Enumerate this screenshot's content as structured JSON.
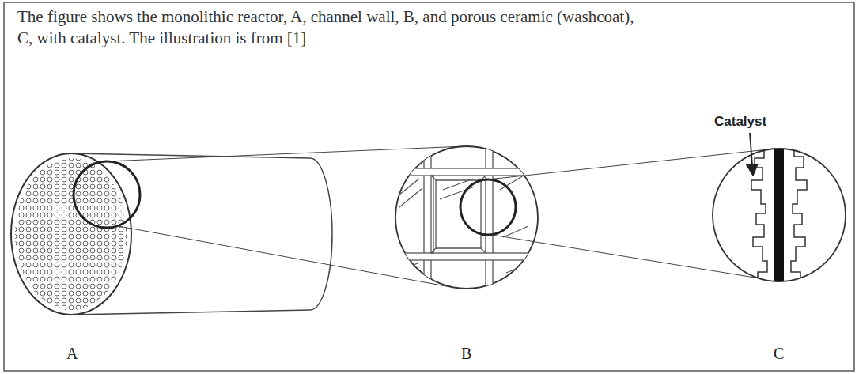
{
  "diagram": {
    "caption": "The figure shows the monolithic reactor, A, channel wall, B, and porous ceramic (washcoat), C, with catalyst. The illustration is from [1]",
    "labels": [
      "Catalyst",
      "A",
      "B",
      "C"
    ]
  }
}
